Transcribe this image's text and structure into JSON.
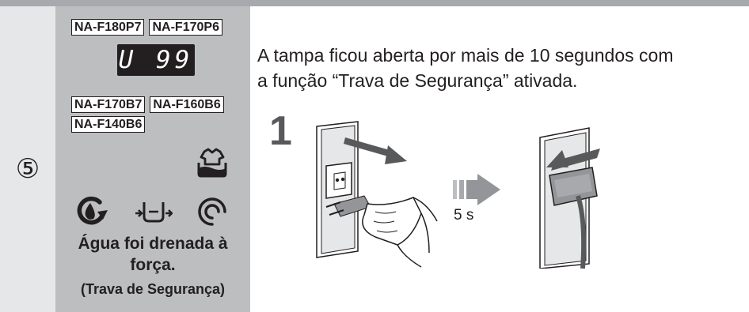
{
  "section_number": "⑤",
  "models_top": [
    "NA-F180P7",
    "NA-F170P6"
  ],
  "display_code": "U 99",
  "models_mid_row1": [
    "NA-F170B7",
    "NA-F160B6"
  ],
  "models_mid_row2": [
    "NA-F140B6"
  ],
  "icons": [
    "wash-spin-icon",
    "drain-icon",
    "spin-icon",
    "soak-icon"
  ],
  "caption": {
    "line1": "Água foi drenada à",
    "line2": "força.",
    "line3": "(Trava de Segurança)"
  },
  "description": {
    "line1": "A tampa ficou aberta por mais de 10 segundos com",
    "line2": "a função “Trava de Segurança” ativada."
  },
  "step": "1",
  "wait_time": "5 s"
}
